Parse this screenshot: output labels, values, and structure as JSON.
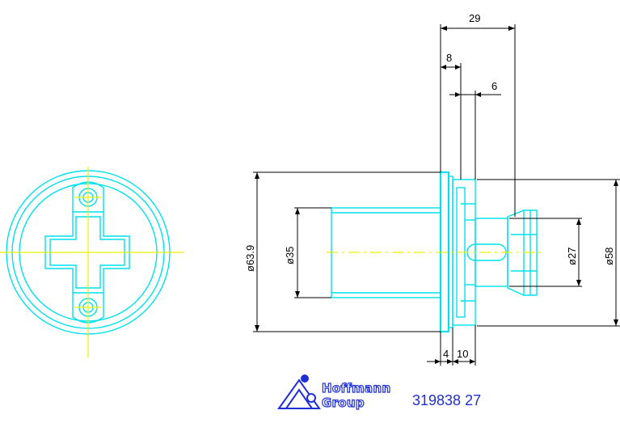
{
  "drawing": {
    "dimensions": {
      "overall_length": "29",
      "flange_to_hex": "8",
      "hex_width": "6",
      "outer_diameter": "ø63.9",
      "body_diameter": "ø35",
      "shaft_diameter": "ø27",
      "hex_diameter": "ø58",
      "flange_thickness": "4",
      "nut_thickness": "10"
    },
    "logo": {
      "line1": "Hoffmann",
      "line2": "Group"
    },
    "part_number": "319838 27",
    "colors": {
      "geometry": "#00e1ef",
      "centerline": "#f0f000",
      "dimension": "#000000",
      "brand": "#1f2fd6"
    }
  }
}
